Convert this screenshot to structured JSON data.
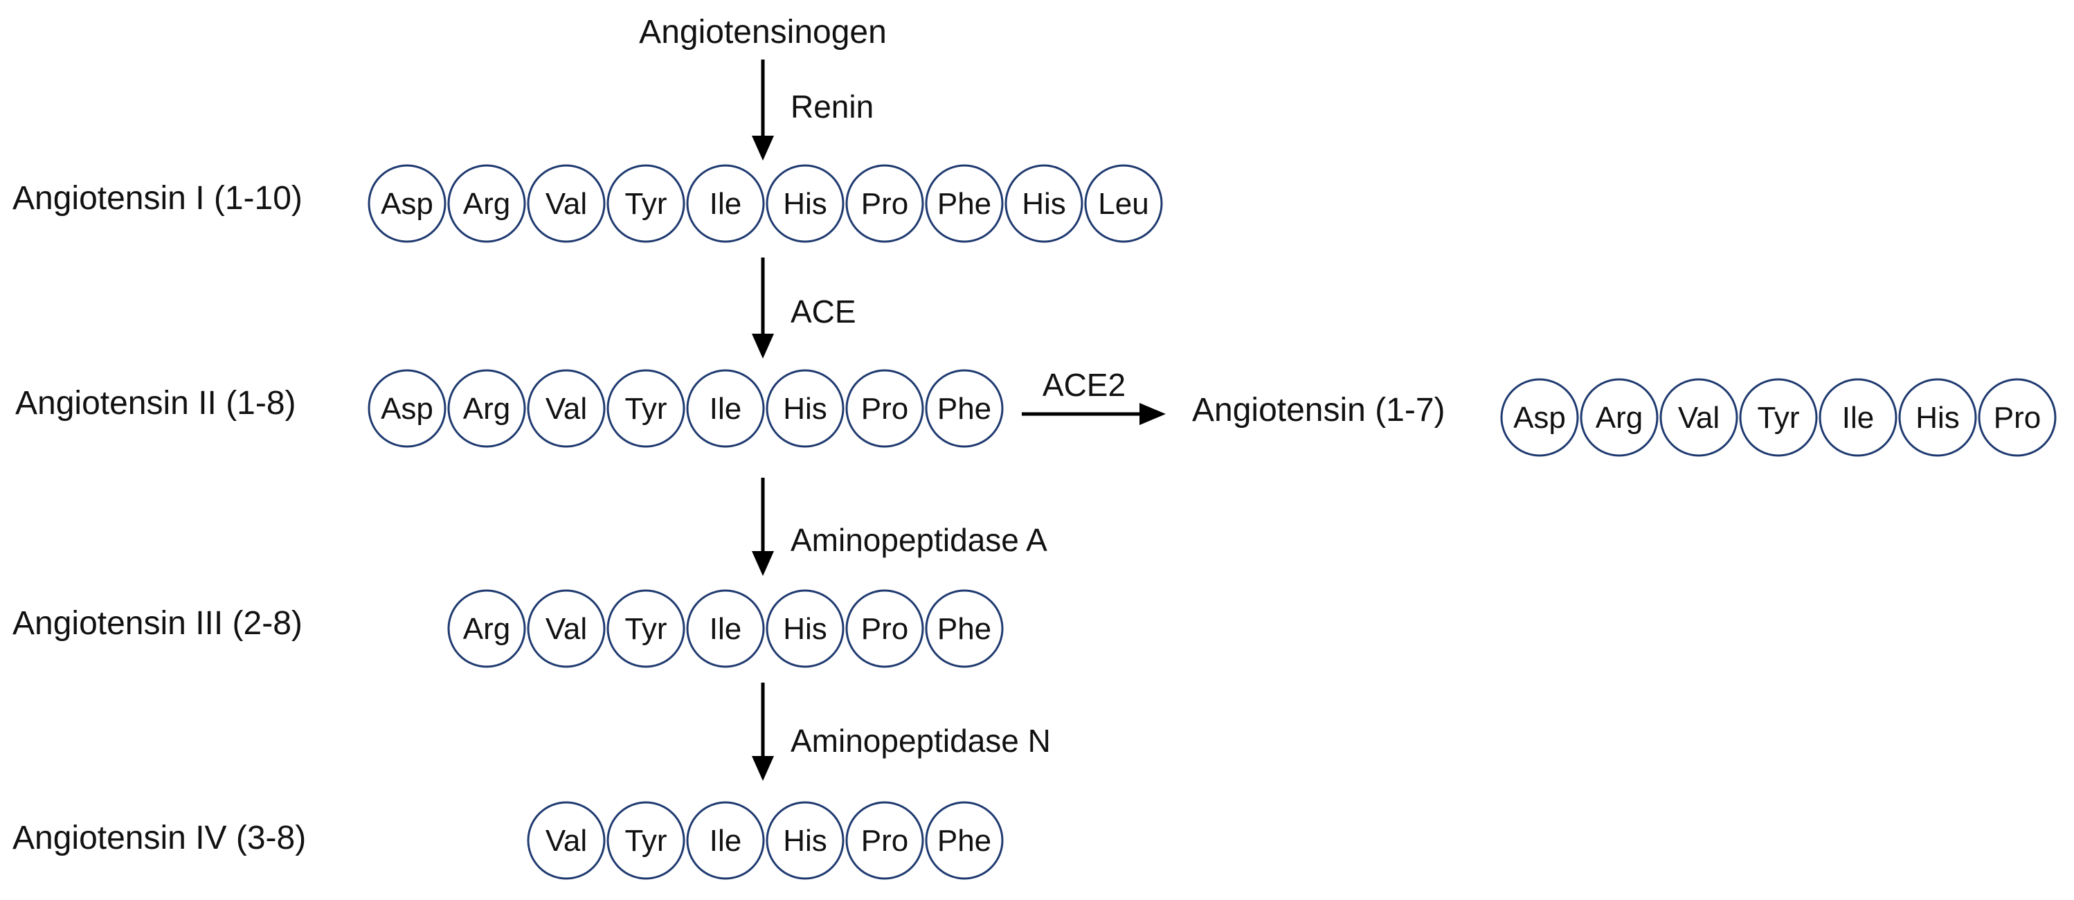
{
  "precursor": "Angiotensinogen",
  "peptides": [
    {
      "id": "ang1",
      "label": "Angiotensin I (1-10)",
      "residues": [
        "Asp",
        "Arg",
        "Val",
        "Tyr",
        "Ile",
        "His",
        "Pro",
        "Phe",
        "His",
        "Leu"
      ]
    },
    {
      "id": "ang2",
      "label": "Angiotensin II (1-8)",
      "residues": [
        "Asp",
        "Arg",
        "Val",
        "Tyr",
        "Ile",
        "His",
        "Pro",
        "Phe"
      ]
    },
    {
      "id": "ang17",
      "label": "Angiotensin (1-7)",
      "residues": [
        "Asp",
        "Arg",
        "Val",
        "Tyr",
        "Ile",
        "His",
        "Pro"
      ]
    },
    {
      "id": "ang3",
      "label": "Angiotensin III (2-8)",
      "residues": [
        "Arg",
        "Val",
        "Tyr",
        "Ile",
        "His",
        "Pro",
        "Phe"
      ]
    },
    {
      "id": "ang4",
      "label": "Angiotensin IV (3-8)",
      "residues": [
        "Val",
        "Tyr",
        "Ile",
        "His",
        "Pro",
        "Phe"
      ]
    }
  ],
  "enzymes": [
    {
      "id": "renin",
      "name": "Renin",
      "from": "precursor",
      "to": "ang1"
    },
    {
      "id": "ace",
      "name": "ACE",
      "from": "ang1",
      "to": "ang2"
    },
    {
      "id": "ace2",
      "name": "ACE2",
      "from": "ang2",
      "to": "ang17"
    },
    {
      "id": "apa",
      "name": "Aminopeptidase A",
      "from": "ang2",
      "to": "ang3"
    },
    {
      "id": "apn",
      "name": "Aminopeptidase N",
      "from": "ang3",
      "to": "ang4"
    }
  ]
}
